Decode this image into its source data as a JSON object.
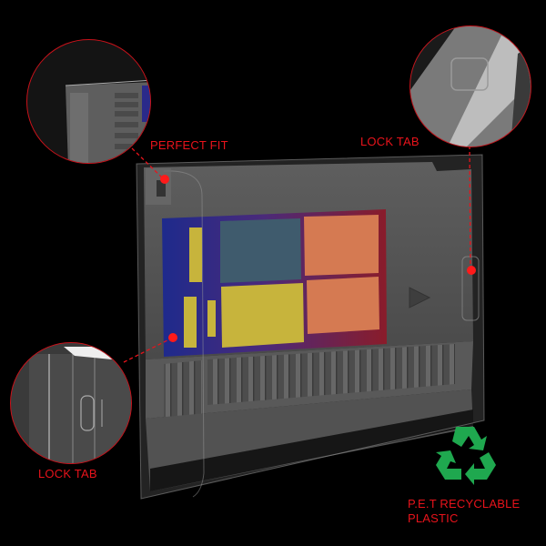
{
  "callouts": {
    "perfect_fit": {
      "label": "PERFECT FIT"
    },
    "lock_tab_top": {
      "label": "LOCK TAB"
    },
    "lock_tab_bottom": {
      "label": "LOCK TAB"
    }
  },
  "recycle": {
    "icon": "recycle-icon",
    "line1": "P.E.T RECYCLABLE",
    "line2": "PLASTIC"
  },
  "colors": {
    "background": "#000000",
    "accent_red": "#e8131b",
    "recycle_green": "#1fa84f",
    "cartridge_gray": "#5a5a5a",
    "label_navy": "#2a2a8a",
    "label_blue_panel": "#3d5a6e",
    "label_orange": "#d97a52",
    "label_yellow": "#c9b43a"
  }
}
